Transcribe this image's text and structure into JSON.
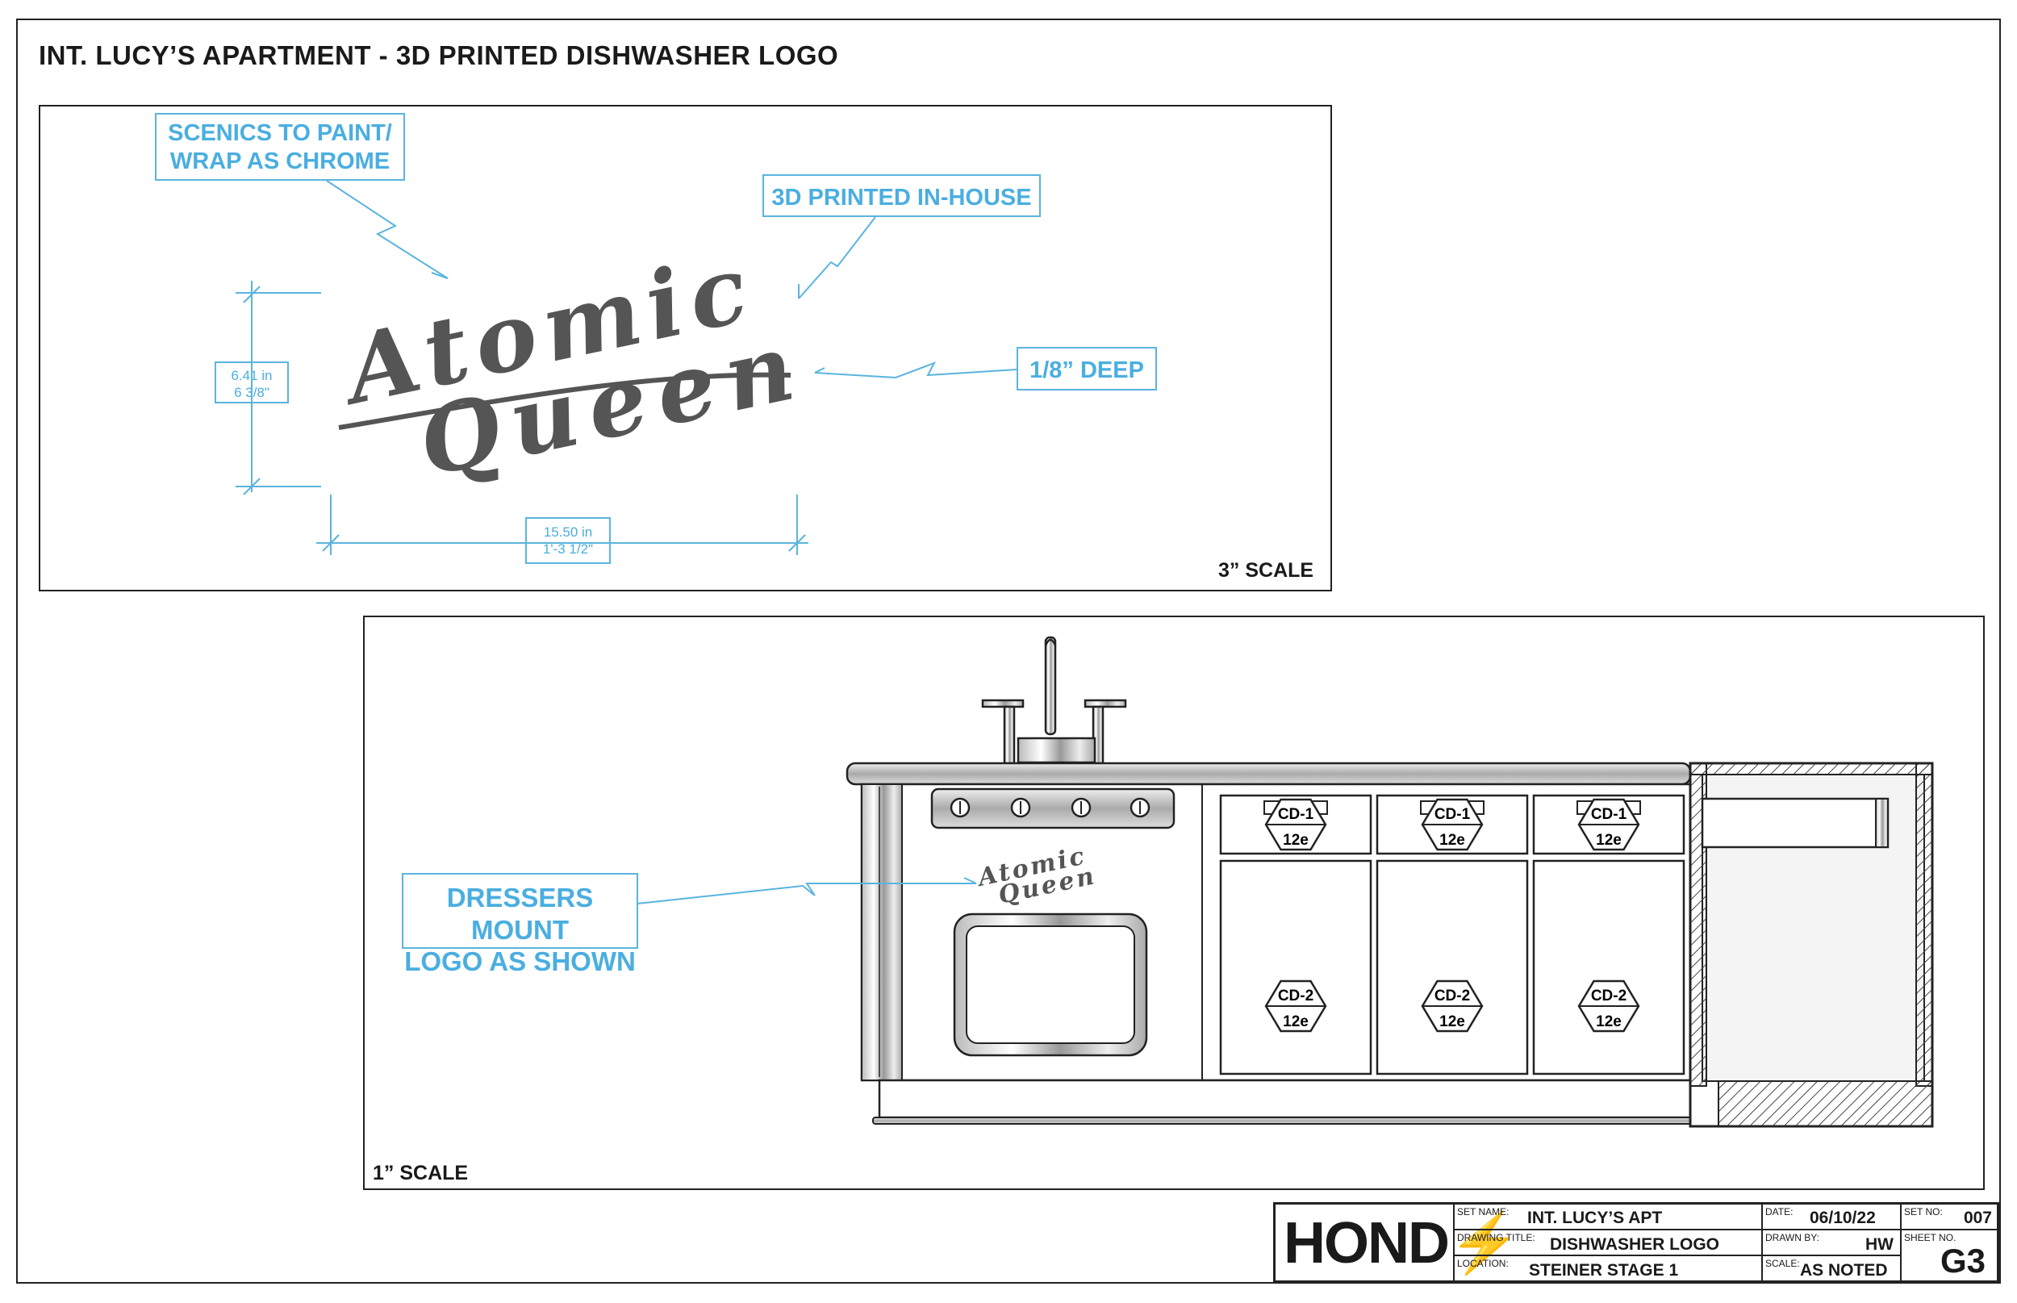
{
  "title": "INT. LUCY’S APARTMENT - 3D PRINTED DISHWASHER LOGO",
  "top_panel": {
    "scale": "3” SCALE",
    "callouts": {
      "scenics_line1": "SCENICS TO PAINT/",
      "scenics_line2": "WRAP AS CHROME",
      "printed": "3D PRINTED IN-HOUSE",
      "deep": "1/8” DEEP"
    },
    "logo": {
      "line1": "Atomic",
      "line2": "Queen"
    },
    "height_dim": {
      "line1": "6.41 in",
      "line2": "6 3/8\""
    },
    "width_dim": {
      "line1": "15.50 in",
      "line2": "1'-3 1/2\""
    }
  },
  "bottom_panel": {
    "scale": "1” SCALE",
    "callout_line1": "DRESSERS MOUNT",
    "callout_line2": "LOGO AS SHOWN",
    "logo": {
      "line1": "Atomic",
      "line2": "Queen"
    },
    "tags": [
      {
        "code": "CD-1",
        "num": "12e"
      },
      {
        "code": "CD-1",
        "num": "12e"
      },
      {
        "code": "CD-1",
        "num": "12e"
      },
      {
        "code": "CD-2",
        "num": "12e"
      },
      {
        "code": "CD-2",
        "num": "12e"
      },
      {
        "code": "CD-2",
        "num": "12e"
      }
    ]
  },
  "title_block": {
    "logo": "HOND",
    "set_name_label": "SET NAME:",
    "set_name": "INT. LUCY’S APT",
    "drawing_title_label": "DRAWING TITLE:",
    "drawing_title": "DISHWASHER LOGO",
    "location_label": "LOCATION:",
    "location": "STEINER STAGE 1",
    "date_label": "DATE:",
    "date": "06/10/22",
    "drawn_by_label": "DRAWN BY:",
    "drawn_by": "HW",
    "scale_label": "SCALE:",
    "scale": "AS NOTED",
    "set_no_label": "SET NO:",
    "set_no": "007",
    "sheet_no_label": "SHEET NO.",
    "sheet_no": "G3"
  },
  "colors": {
    "callout_blue": "#4aaee0",
    "line": "#222222",
    "logo_gray": "#555555",
    "lightning": "#e3b83a"
  }
}
